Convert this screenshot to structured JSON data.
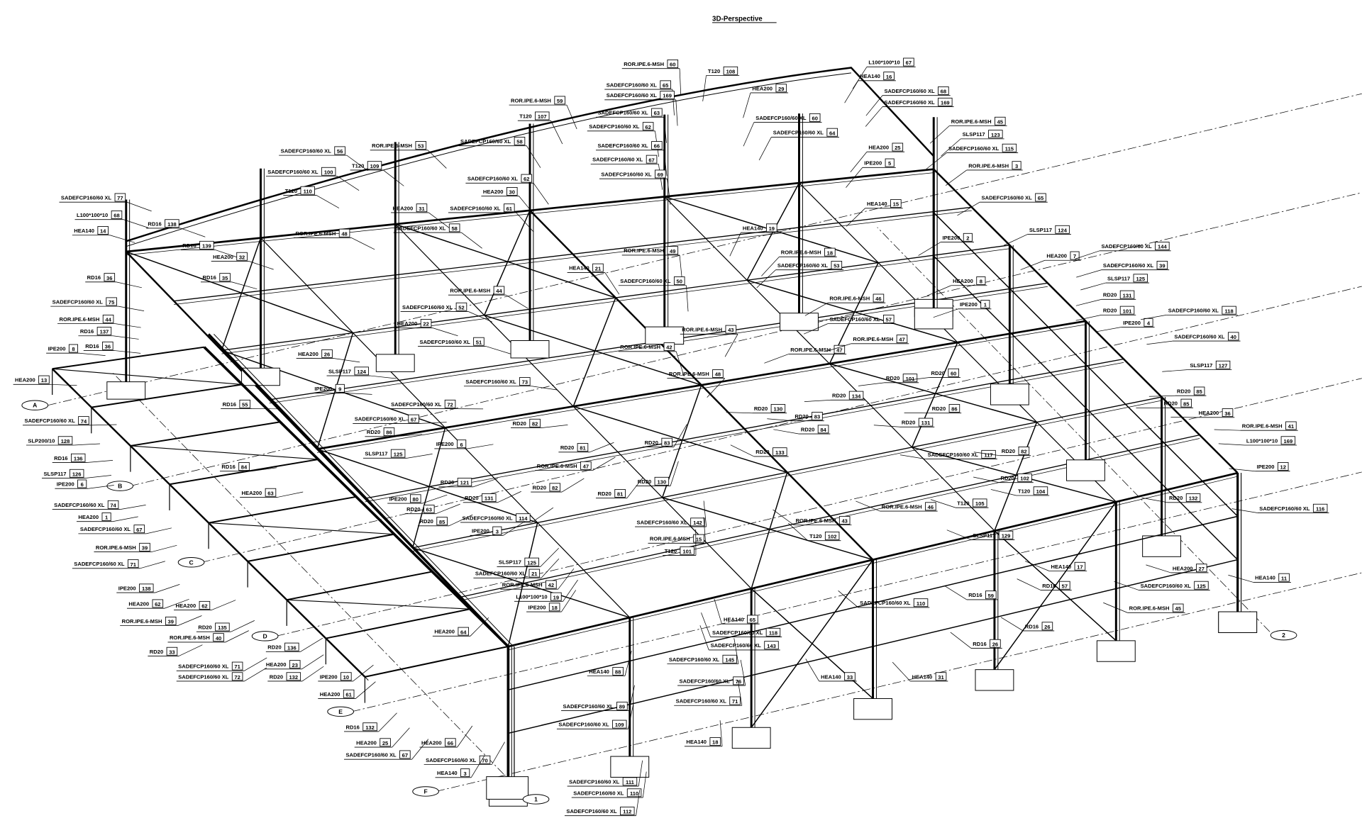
{
  "title": "3D-Perspective",
  "grid_bubbles": [
    "A",
    "B",
    "C",
    "D",
    "E",
    "F",
    "1",
    "2"
  ],
  "colors": {
    "ink": "#000000",
    "paper": "#ffffff"
  },
  "labels": [
    {
      "text": "SADEFCP160/60 XL",
      "num": "77"
    },
    {
      "text": "L100*100*10",
      "num": "68"
    },
    {
      "text": "HEA140",
      "num": "14"
    },
    {
      "text": "RD16",
      "num": "138"
    },
    {
      "text": "RD16",
      "num": "139"
    },
    {
      "text": "HEA200",
      "num": "32"
    },
    {
      "text": "RD16",
      "num": "35"
    },
    {
      "text": "RD16",
      "num": "36"
    },
    {
      "text": "SADEFCP160/60 XL",
      "num": "75"
    },
    {
      "text": "ROR.IPE.6-MSH",
      "num": "44"
    },
    {
      "text": "RD16",
      "num": "137"
    },
    {
      "text": "IPE200",
      "num": "8"
    },
    {
      "text": "RD16",
      "num": "36"
    },
    {
      "text": "HEA200",
      "num": "13"
    },
    {
      "text": "SADEFCP160/60 XL",
      "num": "74"
    },
    {
      "text": "SLP200/10",
      "num": "128"
    },
    {
      "text": "RD16",
      "num": "136"
    },
    {
      "text": "SLSP117",
      "num": "126"
    },
    {
      "text": "IPE200",
      "num": "6"
    },
    {
      "text": "SADEFCP160/60 XL",
      "num": "74"
    },
    {
      "text": "HEA200",
      "num": "1"
    },
    {
      "text": "SADEFCP160/60 XL",
      "num": "67"
    },
    {
      "text": "ROR.IPE.6-MSH",
      "num": "39"
    },
    {
      "text": "SADEFCP160/60 XL",
      "num": "71"
    },
    {
      "text": "IPE200",
      "num": "138"
    },
    {
      "text": "HEA200",
      "num": "62"
    },
    {
      "text": "ROR.IPE.6-MSH",
      "num": "39"
    },
    {
      "text": "HEA200",
      "num": "62"
    },
    {
      "text": "ROR.IPE.6-MSH",
      "num": "40"
    },
    {
      "text": "RD20",
      "num": "33"
    },
    {
      "text": "RD20",
      "num": "135"
    },
    {
      "text": "SADEFCP160/60 XL",
      "num": "71"
    },
    {
      "text": "SADEFCP160/60 XL",
      "num": "72"
    },
    {
      "text": "RD20",
      "num": "136"
    },
    {
      "text": "HEA200",
      "num": "23"
    },
    {
      "text": "RD20",
      "num": "132"
    },
    {
      "text": "IPE200",
      "num": "10"
    },
    {
      "text": "HEA200",
      "num": "61"
    },
    {
      "text": "RD16",
      "num": "132"
    },
    {
      "text": "HEA200",
      "num": "25"
    },
    {
      "text": "SADEFCP160/60 XL",
      "num": "67"
    },
    {
      "text": "HEA200",
      "num": "66"
    },
    {
      "text": "SADEFCP160/60 XL",
      "num": "70"
    },
    {
      "text": "HEA140",
      "num": "3"
    },
    {
      "text": "ROR.IPE.6-MSH",
      "num": "60"
    },
    {
      "text": "T120",
      "num": "108"
    },
    {
      "text": "HEA200",
      "num": "29"
    },
    {
      "text": "L100*100*10",
      "num": "67"
    },
    {
      "text": "HEA140",
      "num": "16"
    },
    {
      "text": "SADEFCP160/60 XL",
      "num": "68"
    },
    {
      "text": "SADEFCP160/60 XL",
      "num": "169"
    },
    {
      "text": "SADEFCP160/60 XL",
      "num": "65"
    },
    {
      "text": "SADEFCP160/60 XL",
      "num": "169"
    },
    {
      "text": "SADEFCP160/60 XL",
      "num": "63"
    },
    {
      "text": "SADEFCP160/60 XL",
      "num": "62"
    },
    {
      "text": "T120",
      "num": "107"
    },
    {
      "text": "ROR.IPE.6-MSH",
      "num": "59"
    },
    {
      "text": "SADEFCP160/60 XL",
      "num": "60"
    },
    {
      "text": "SADEFCP160/60 XL",
      "num": "64"
    },
    {
      "text": "SADEFCP160/60 XL",
      "num": "66"
    },
    {
      "text": "SADEFCP160/60 XL",
      "num": "67"
    },
    {
      "text": "SADEFCP160/60 XL",
      "num": "69"
    },
    {
      "text": "HEA200",
      "num": "25"
    },
    {
      "text": "IPE200",
      "num": "5"
    },
    {
      "text": "ROR.IPE.6-MSH",
      "num": "45"
    },
    {
      "text": "SLSP117",
      "num": "123"
    },
    {
      "text": "SADEFCP160/60 XL",
      "num": "115"
    },
    {
      "text": "ROR.IPE.6-MSH",
      "num": "3"
    },
    {
      "text": "SADEFCP160/60 XL",
      "num": "65"
    },
    {
      "text": "HEA140",
      "num": "15"
    },
    {
      "text": "ROR.IPE.6-MSH",
      "num": "53"
    },
    {
      "text": "SADEFCP160/60 XL",
      "num": "58"
    },
    {
      "text": "T120",
      "num": "109"
    },
    {
      "text": "SADEFCP160/60 XL",
      "num": "56"
    },
    {
      "text": "SADEFCP160/60 XL",
      "num": "100"
    },
    {
      "text": "T120",
      "num": "110"
    },
    {
      "text": "SADEFCP160/60 XL",
      "num": "62"
    },
    {
      "text": "HEA200",
      "num": "30"
    },
    {
      "text": "SADEFCP160/60 XL",
      "num": "61"
    },
    {
      "text": "HEA200",
      "num": "31"
    },
    {
      "text": "SADEFCP160/60 XL",
      "num": "58"
    },
    {
      "text": "ROR.IPE.6-MSH",
      "num": "48"
    },
    {
      "text": "HEA140",
      "num": "19"
    },
    {
      "text": "IPE200",
      "num": "2"
    },
    {
      "text": "SLSP117",
      "num": "124"
    },
    {
      "text": "ROR.IPE.6-MSH",
      "num": "18"
    },
    {
      "text": "SADEFCP160/60 XL",
      "num": "53"
    },
    {
      "text": "ROR.IPE.6-MSH",
      "num": "49"
    },
    {
      "text": "HEA140",
      "num": "21"
    },
    {
      "text": "SADEFCP160/60 XL",
      "num": "50"
    },
    {
      "text": "HEA200",
      "num": "7"
    },
    {
      "text": "SADEFCP160/60 XL",
      "num": "144"
    },
    {
      "text": "SADEFCP160/60 XL",
      "num": "39"
    },
    {
      "text": "SLSP117",
      "num": "125"
    },
    {
      "text": "HEA200",
      "num": "8"
    },
    {
      "text": "ROR.IPE.6-MSH",
      "num": "44"
    },
    {
      "text": "ROR.IPE.6-MSH",
      "num": "46"
    },
    {
      "text": "IPE200",
      "num": "1"
    },
    {
      "text": "SADEFCP160/60 XL",
      "num": "52"
    },
    {
      "text": "HEA200",
      "num": "22"
    },
    {
      "text": "ROR.IPE.6-MSH",
      "num": "43"
    },
    {
      "text": "SADEFCP160/60 XL",
      "num": "51"
    },
    {
      "text": "ROR.IPE.6-MSH",
      "num": "42"
    },
    {
      "text": "HEA200",
      "num": "26"
    },
    {
      "text": "SLSP117",
      "num": "124"
    },
    {
      "text": "IPE200",
      "num": "9"
    },
    {
      "text": "ROR.IPE.6-MSH",
      "num": "47"
    },
    {
      "text": "ROR.IPE.6-MSH",
      "num": "47"
    },
    {
      "text": "SADEFCP160/60 XL",
      "num": "57"
    },
    {
      "text": "RD20",
      "num": "131"
    },
    {
      "text": "RD20",
      "num": "101"
    },
    {
      "text": "IPE200",
      "num": "4"
    },
    {
      "text": "SADEFCP160/60 XL",
      "num": "118"
    },
    {
      "text": "SADEFCP160/60 XL",
      "num": "40"
    },
    {
      "text": "SLSP117",
      "num": "127"
    },
    {
      "text": "RD20",
      "num": "85"
    },
    {
      "text": "RD20",
      "num": "85"
    },
    {
      "text": "HEA200",
      "num": "36"
    },
    {
      "text": "ROR.IPE.6-MSH",
      "num": "41"
    },
    {
      "text": "L100*100*10",
      "num": "169"
    },
    {
      "text": "IPE200",
      "num": "12"
    },
    {
      "text": "SADEFCP160/60 XL",
      "num": "116"
    },
    {
      "text": "RD20",
      "num": "101"
    },
    {
      "text": "RD20",
      "num": "60"
    },
    {
      "text": "RD20",
      "num": "134"
    },
    {
      "text": "RD20",
      "num": "130"
    },
    {
      "text": "RD20",
      "num": "83"
    },
    {
      "text": "RD20",
      "num": "84"
    },
    {
      "text": "RD20",
      "num": "131"
    },
    {
      "text": "RD20",
      "num": "86"
    },
    {
      "text": "RD20",
      "num": "133"
    },
    {
      "text": "SADEFCP160/60 XL",
      "num": "117"
    },
    {
      "text": "RD20",
      "num": "82"
    },
    {
      "text": "ROR.IPE.6-MSH",
      "num": "48"
    },
    {
      "text": "SADEFCP160/60 XL",
      "num": "72"
    },
    {
      "text": "SADEFCP160/60 XL",
      "num": "73"
    },
    {
      "text": "RD20",
      "num": "82"
    },
    {
      "text": "RD20",
      "num": "81"
    },
    {
      "text": "SADEFCP160/60 XL",
      "num": "67"
    },
    {
      "text": "RD20",
      "num": "86"
    },
    {
      "text": "SLSP117",
      "num": "125"
    },
    {
      "text": "IPE200",
      "num": "6"
    },
    {
      "text": "RD20",
      "num": "83"
    },
    {
      "text": "RD20",
      "num": "130"
    },
    {
      "text": "ROR.IPE.6-MSH",
      "num": "47"
    },
    {
      "text": "RD20",
      "num": "82"
    },
    {
      "text": "RD20",
      "num": "81"
    },
    {
      "text": "RD16",
      "num": "84"
    },
    {
      "text": "HEA200",
      "num": "63"
    },
    {
      "text": "RD16",
      "num": "55"
    },
    {
      "text": "RD20",
      "num": "121"
    },
    {
      "text": "RD20",
      "num": "131"
    },
    {
      "text": "IPE200",
      "num": "80"
    },
    {
      "text": "RD20",
      "num": "63"
    },
    {
      "text": "RD20",
      "num": "85"
    },
    {
      "text": "SADEFCP160/60 XL",
      "num": "114"
    },
    {
      "text": "IPE200",
      "num": "3"
    },
    {
      "text": "SADEFCP160/60 XL",
      "num": "142"
    },
    {
      "text": "ROR.IPE.6-MSH",
      "num": "15"
    },
    {
      "text": "T120",
      "num": "101"
    },
    {
      "text": "ROR.IPE.6-MSH",
      "num": "43"
    },
    {
      "text": "ROR.IPE.6-MSH",
      "num": "46"
    },
    {
      "text": "T120",
      "num": "105"
    },
    {
      "text": "T120",
      "num": "102"
    },
    {
      "text": "SLSP117",
      "num": "129"
    },
    {
      "text": "T120",
      "num": "104"
    },
    {
      "text": "RD20",
      "num": "102"
    },
    {
      "text": "RD20",
      "num": "132"
    },
    {
      "text": "SLSP117",
      "num": "125"
    },
    {
      "text": "SADEFCP160/60 XL",
      "num": "21"
    },
    {
      "text": "ROR.IPE.6-MSH",
      "num": "42"
    },
    {
      "text": "L100*100*10",
      "num": "19"
    },
    {
      "text": "IPE200",
      "num": "18"
    },
    {
      "text": "HEA200",
      "num": "64"
    },
    {
      "text": "HEA140",
      "num": "17"
    },
    {
      "text": "RD16",
      "num": "57"
    },
    {
      "text": "RD16",
      "num": "59"
    },
    {
      "text": "RD16",
      "num": "26"
    },
    {
      "text": "RD16",
      "num": "26"
    },
    {
      "text": "SADEFCP160/60 XL",
      "num": "110"
    },
    {
      "text": "ROR.IPE.6-MSH",
      "num": "45"
    },
    {
      "text": "SADEFCP160/60 XL",
      "num": "125"
    },
    {
      "text": "HEA200",
      "num": "27"
    },
    {
      "text": "HEA140",
      "num": "11"
    },
    {
      "text": "HEA140",
      "num": "31"
    },
    {
      "text": "HEA140",
      "num": "33"
    },
    {
      "text": "HEA140",
      "num": "65"
    },
    {
      "text": "SADEFCP160/60 XL",
      "num": "118"
    },
    {
      "text": "SADEFCP160/60 XL",
      "num": "143"
    },
    {
      "text": "SADEFCP160/60 XL",
      "num": "145"
    },
    {
      "text": "HEA140",
      "num": "88"
    },
    {
      "text": "SADEFCP160/60 XL",
      "num": "76"
    },
    {
      "text": "SADEFCP160/60 XL",
      "num": "71"
    },
    {
      "text": "SADEFCP160/60 XL",
      "num": "89"
    },
    {
      "text": "SADEFCP160/60 XL",
      "num": "109"
    },
    {
      "text": "HEA140",
      "num": "18"
    },
    {
      "text": "SADEFCP160/60 XL",
      "num": "111"
    },
    {
      "text": "SADEFCP160/60 XL",
      "num": "110"
    },
    {
      "text": "SADEFCP160/60 XL",
      "num": "112"
    }
  ]
}
